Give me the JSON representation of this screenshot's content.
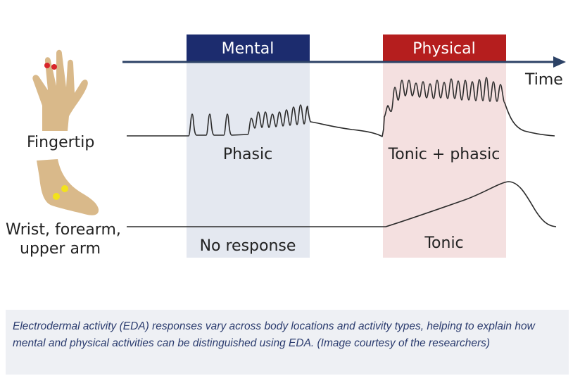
{
  "diagram": {
    "conditions": [
      {
        "label": "Mental",
        "header_color": "#1c2c6e",
        "panel_color": "#e4e8f0"
      },
      {
        "label": "Physical",
        "header_color": "#b51e1e",
        "panel_color": "#f4e0e0"
      }
    ],
    "time_axis_label": "Time",
    "rows": [
      {
        "label": "Fingertip"
      },
      {
        "label": "Wrist, forearm,",
        "label_line2": "upper arm"
      }
    ],
    "response_labels": {
      "fingertip_mental": "Phasic",
      "fingertip_physical": "Tonic + phasic",
      "wrist_mental": "No response",
      "wrist_physical": "Tonic"
    },
    "icons": {
      "hand": "hand-icon",
      "arm": "forearm-icon"
    },
    "colors": {
      "skin": "#d9b98a",
      "fingertip_sensor": "#d8262b",
      "arm_sensor": "#f2e21c",
      "trace": "#2b2b2b"
    }
  },
  "caption": "Electrodermal activity (EDA) responses vary across body locations and activity types, helping to explain how mental and physical activities can be distinguished using EDA. (Image courtesy of the researchers)"
}
